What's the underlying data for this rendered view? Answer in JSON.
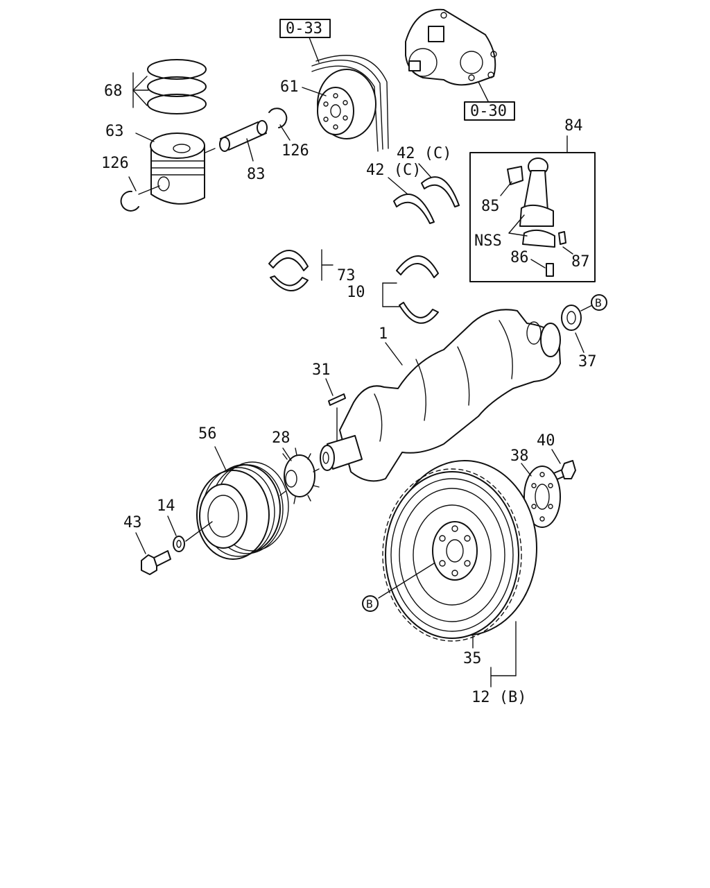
{
  "labels": {
    "ref_0_33": "0-33",
    "ref_0_30": "0-30",
    "p68": "68",
    "p63": "63",
    "p126a": "126",
    "p126b": "126",
    "p83": "83",
    "p61": "61",
    "p42a": "42 (C)",
    "p42b": "42 (C)",
    "p84": "84",
    "p85": "85",
    "nss": "NSS",
    "p86": "86",
    "p87": "87",
    "p73": "73",
    "p10": "10",
    "p1": "1",
    "b_top": "B",
    "p37": "37",
    "p31": "31",
    "p56": "56",
    "p28": "28",
    "p14": "14",
    "p43": "43",
    "p40": "40",
    "p38": "38",
    "b_bottom": "B",
    "p35": "35",
    "p12b": "12 (B)"
  }
}
